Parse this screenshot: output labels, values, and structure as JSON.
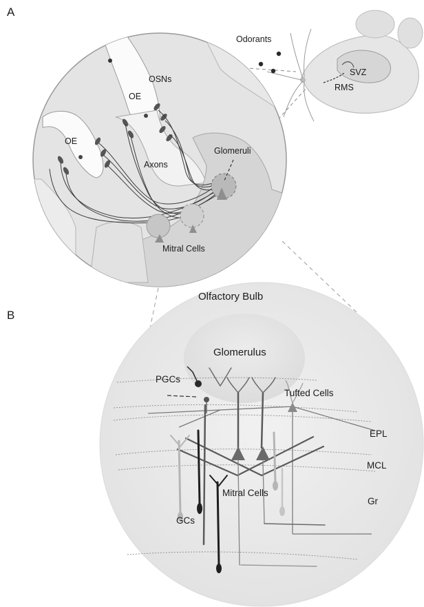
{
  "panel_a": {
    "letter": "A",
    "odorants": "Odorants",
    "svz": "SVZ",
    "rms": "RMS",
    "osns": "OSNs",
    "oe_upper": "OE",
    "oe_left": "OE",
    "axons": "Axons",
    "glomeruli": "Glomeruli",
    "mitral_cells": "Mitral Cells",
    "olfactory_bulb": "Olfactory Bulb"
  },
  "panel_b": {
    "letter": "B",
    "glomerulus": "Glomerulus",
    "pgcs": "PGCs",
    "tufted_cells": "Tufted Cells",
    "epl": "EPL",
    "mcl": "MCL",
    "mitral_cells": "Mitral Cells",
    "gr": "Gr",
    "gcs": "GCs"
  }
}
